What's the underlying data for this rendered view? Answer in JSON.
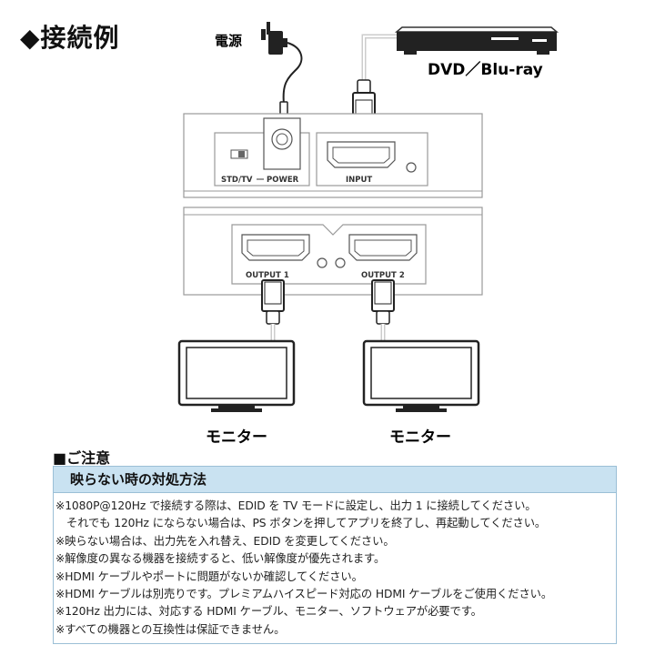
{
  "title": "◆接続例",
  "labels": {
    "power_source": "電源",
    "player": "DVD／Blu-ray",
    "std_tv": "STD/TV",
    "power": "POWER",
    "input": "INPUT",
    "output1": "OUTPUT 1",
    "output2": "OUTPUT 2",
    "monitor1": "モニター",
    "monitor2": "モニター"
  },
  "notes": {
    "heading": "■ご注意",
    "box_title": "映らない時の対処方法",
    "items": [
      "※1080P@120Hz で接続する際は、EDID を TV モードに設定し、出力 1 に接続してください。",
      "それでも 120Hz にならない場合は、PS ボタンを押してアプリを終了し、再起動してください。",
      "※映らない場合は、出力先を入れ替え、EDID を変更してください。",
      "※解像度の異なる機器を接続すると、低い解像度が優先されます。",
      "※HDMI ケーブルやポートに問題がないか確認してください。",
      "※HDMI ケーブルは別売りです。プレミアムハイスピード対応の HDMI ケーブルをご使用ください。",
      "※120Hz 出力には、対応する HDMI ケーブル、モニター、ソフトウェアが必要です。",
      "※すべての機器との互換性は保証できません。"
    ]
  },
  "colors": {
    "line": "#222222",
    "device_outline": "#9a9a9a",
    "notes_header_bg": "#c9e2f1",
    "notes_border": "#9bbfd6"
  }
}
